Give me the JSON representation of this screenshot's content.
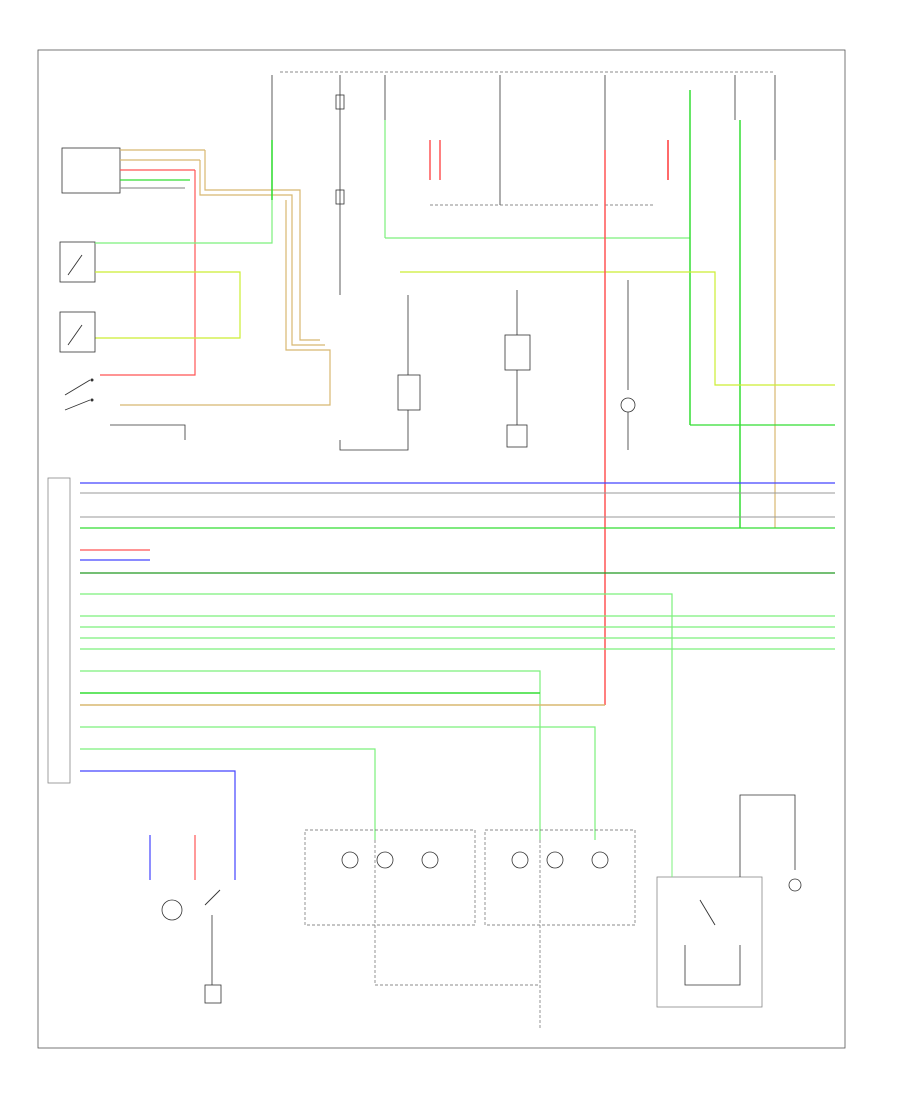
{
  "diagram": {
    "type": "wiring-diagram",
    "all_text_illegible": true,
    "page_label": "",
    "wire_colors": {
      "green": "#33dd33",
      "light_green": "#7cf07c",
      "yellow_green": "#ccee33",
      "red": "#ff5555",
      "blue": "#4444ff",
      "tan": "#d8b870",
      "gray": "#999999",
      "dark_green": "#229922",
      "black": "#333333"
    },
    "components": [
      {
        "id": "control-module-top-left",
        "label": ""
      },
      {
        "id": "headlight-switch",
        "label": ""
      },
      {
        "id": "light-control-switch",
        "label": ""
      },
      {
        "id": "dimmer-switch",
        "label": ""
      },
      {
        "id": "relay-1",
        "label": ""
      },
      {
        "id": "relay-2",
        "label": ""
      },
      {
        "id": "relay-3",
        "label": ""
      },
      {
        "id": "module-connector-strip",
        "label": ""
      },
      {
        "id": "left-headlight-assembly",
        "label": ""
      },
      {
        "id": "right-headlight-assembly",
        "label": ""
      },
      {
        "id": "height-control-actuator",
        "label": ""
      },
      {
        "id": "ground-bottom-left",
        "label": ""
      },
      {
        "id": "ground-bottom-center",
        "label": ""
      },
      {
        "id": "ground-center-1",
        "label": ""
      },
      {
        "id": "ground-center-2",
        "label": ""
      }
    ]
  }
}
